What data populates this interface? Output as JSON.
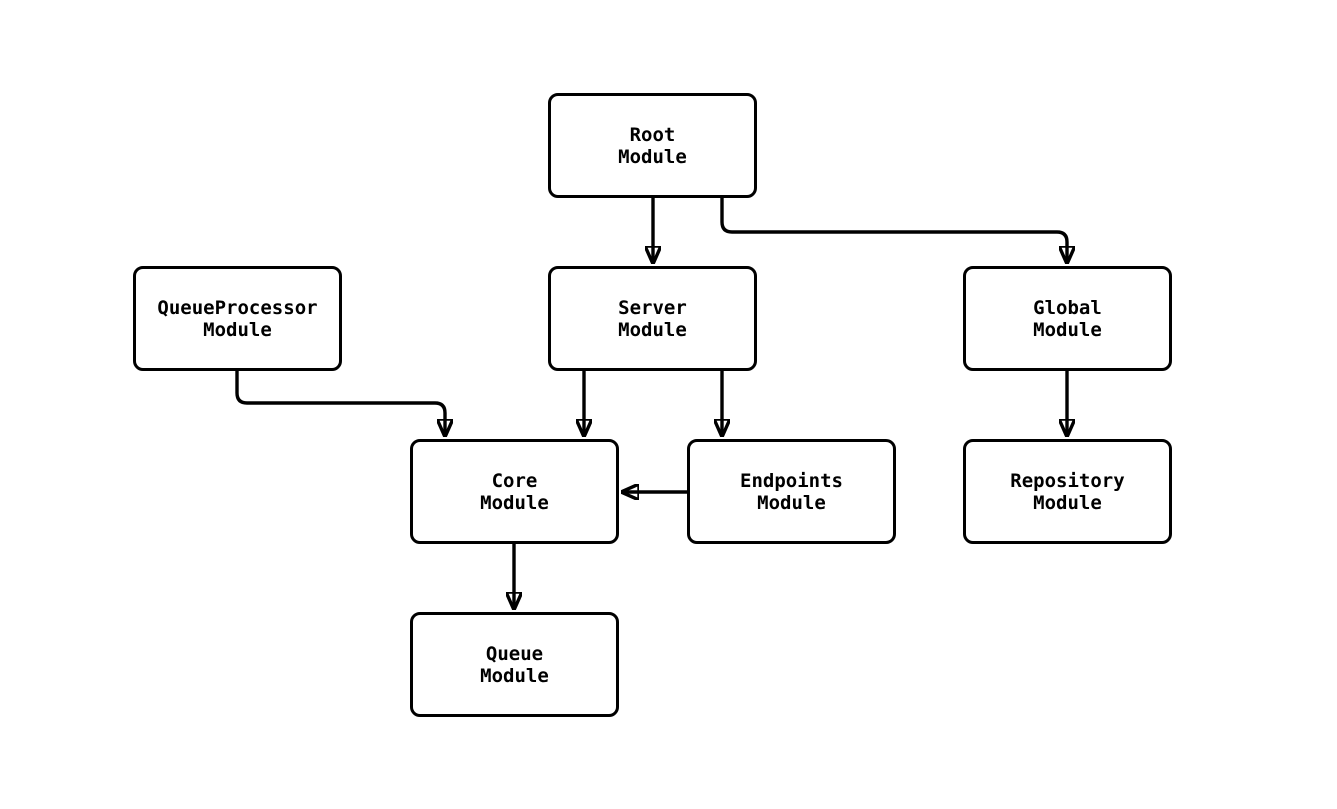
{
  "diagram": {
    "type": "flowchart",
    "background_color": "#ffffff",
    "node_fill_color": "#ffffff",
    "node_border_color": "#000000",
    "edge_color": "#000000",
    "nodes": [
      {
        "id": "root",
        "label": "Root\nModule"
      },
      {
        "id": "server",
        "label": "Server\nModule"
      },
      {
        "id": "queueprocessor",
        "label": "QueueProcessor\nModule"
      },
      {
        "id": "global",
        "label": "Global\nModule"
      },
      {
        "id": "core",
        "label": "Core\nModule"
      },
      {
        "id": "endpoints",
        "label": "Endpoints\nModule"
      },
      {
        "id": "repository",
        "label": "Repository\nModule"
      },
      {
        "id": "queue",
        "label": "Queue\nModule"
      }
    ],
    "edges": [
      {
        "from": "root",
        "to": "server"
      },
      {
        "from": "root",
        "to": "global"
      },
      {
        "from": "queueprocessor",
        "to": "core"
      },
      {
        "from": "server",
        "to": "core"
      },
      {
        "from": "server",
        "to": "endpoints"
      },
      {
        "from": "endpoints",
        "to": "core"
      },
      {
        "from": "global",
        "to": "repository"
      },
      {
        "from": "core",
        "to": "queue"
      }
    ]
  }
}
